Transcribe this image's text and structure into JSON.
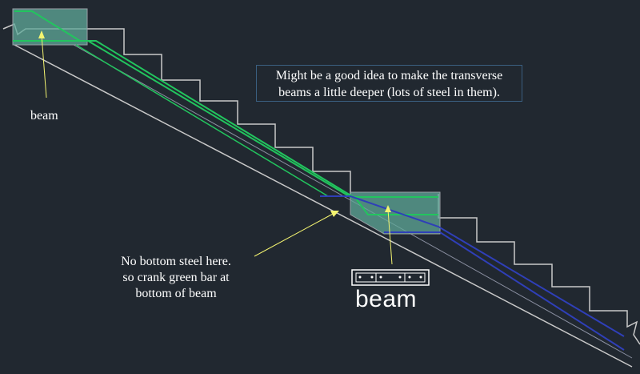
{
  "labels": {
    "beam_left": "beam",
    "note_top": {
      "line1": "Might be a good idea to make the transverse",
      "line2": "beams a little deeper (lots of steel in them)."
    },
    "note_bottom": {
      "line1": "No bottom steel here.",
      "line2": "so crank green bar at",
      "line3": "bottom of beam"
    },
    "beam_icon_label": "beam"
  },
  "colors": {
    "background": "#212830",
    "stair_outline": "#c9c9c9",
    "reinforcement_green": "#22c55e",
    "reinforcement_blue": "#2f3fb8",
    "beam_fill": "#5fa898",
    "arrow": "#f4f470",
    "text": "#ffffff"
  }
}
